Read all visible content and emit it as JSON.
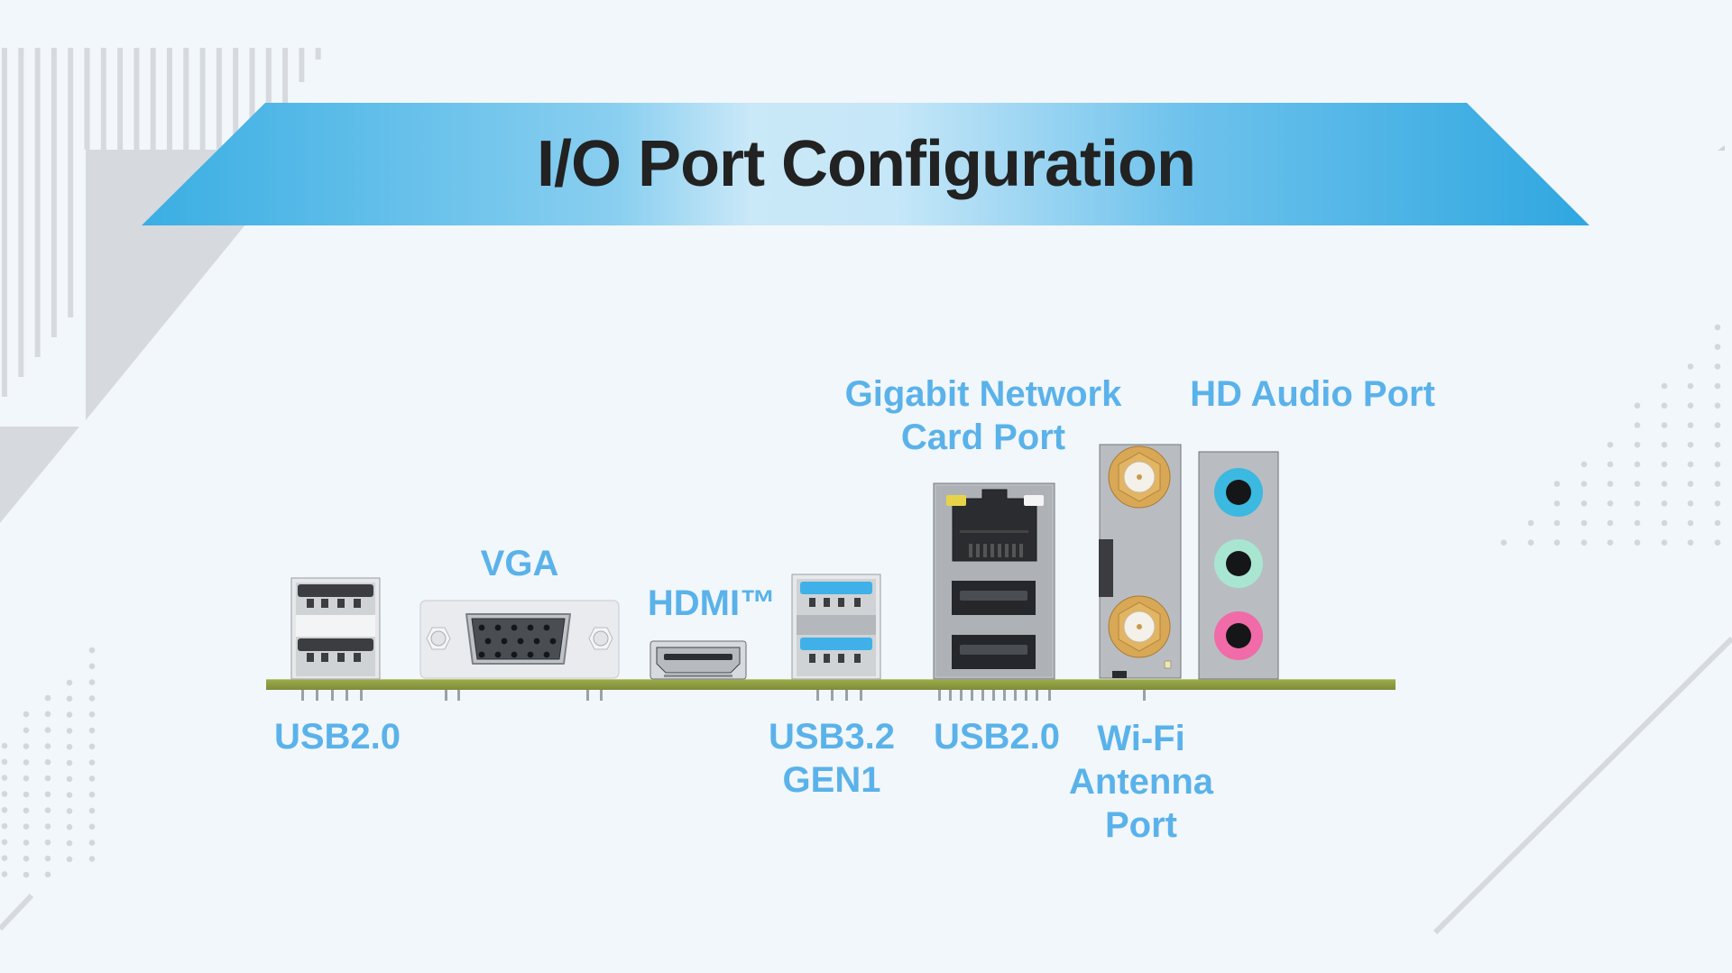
{
  "title": "I/O Port Configuration",
  "colors": {
    "background": "#F2F7FC",
    "banner_dark": "#2FA7E0",
    "banner_light": "#C9E8F8",
    "title_text": "#222222",
    "label_text": "#5AB2EA",
    "decoration_grey": "#D6DADE",
    "pcb_green": "#8A9A3F",
    "usb3_blue": "#3FB1E8",
    "audio_line_in": "#3BB9E0",
    "audio_line_out": "#A8E6D2",
    "audio_mic": "#F06BA8",
    "sma_gold": "#D9A856"
  },
  "ports": [
    {
      "id": "usb2-left",
      "label_lines": [
        "USB2.0"
      ],
      "label_position": "below",
      "icon": "usb-a-double-icon"
    },
    {
      "id": "vga",
      "label_lines": [
        "VGA"
      ],
      "label_position": "above",
      "icon": "vga-dsub-icon"
    },
    {
      "id": "hdmi",
      "label_lines": [
        "HDMI™"
      ],
      "label_position": "above",
      "icon": "hdmi-icon"
    },
    {
      "id": "usb32",
      "label_lines": [
        "USB3.2",
        "GEN1"
      ],
      "label_position": "below",
      "icon": "usb3-double-icon"
    },
    {
      "id": "lan",
      "label_lines": [
        "Gigabit Network",
        "Card Port"
      ],
      "label_position": "above",
      "icon": "rj45-icon"
    },
    {
      "id": "usb2-right",
      "label_lines": [
        "USB2.0"
      ],
      "label_position": "below",
      "icon": "usb-a-double-icon"
    },
    {
      "id": "wifi",
      "label_lines": [
        "Wi-Fi",
        "Antenna",
        "Port"
      ],
      "label_position": "below",
      "icon": "sma-antenna-icon"
    },
    {
      "id": "audio",
      "label_lines": [
        "HD Audio Port"
      ],
      "label_position": "above",
      "icon": "audio-jack-icon"
    }
  ]
}
